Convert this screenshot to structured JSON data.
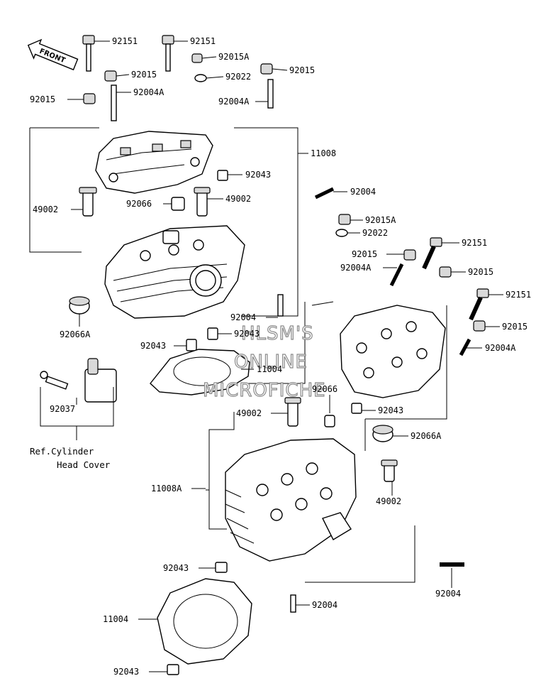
{
  "front_label": "FRONT",
  "watermark": [
    "HLSM'S",
    "ONLINE",
    "MICROFICHE"
  ],
  "reference_note": [
    "Ref.Cylinder",
    "Head Cover"
  ],
  "part_labels": [
    "92151",
    "92151",
    "92015A",
    "92015",
    "92022",
    "92015",
    "92015",
    "92004A",
    "92004A",
    "11008",
    "92043",
    "49002",
    "92066",
    "49002",
    "92004",
    "92015A",
    "92022",
    "92015",
    "92151",
    "92004A",
    "92015",
    "92151",
    "92066A",
    "92004",
    "92043",
    "92043",
    "11004",
    "92015",
    "92004A",
    "92037",
    "92066",
    "49002",
    "92043",
    "92066A",
    "49002",
    "11008A",
    "92043",
    "92004",
    "92004",
    "11004",
    "92043"
  ]
}
